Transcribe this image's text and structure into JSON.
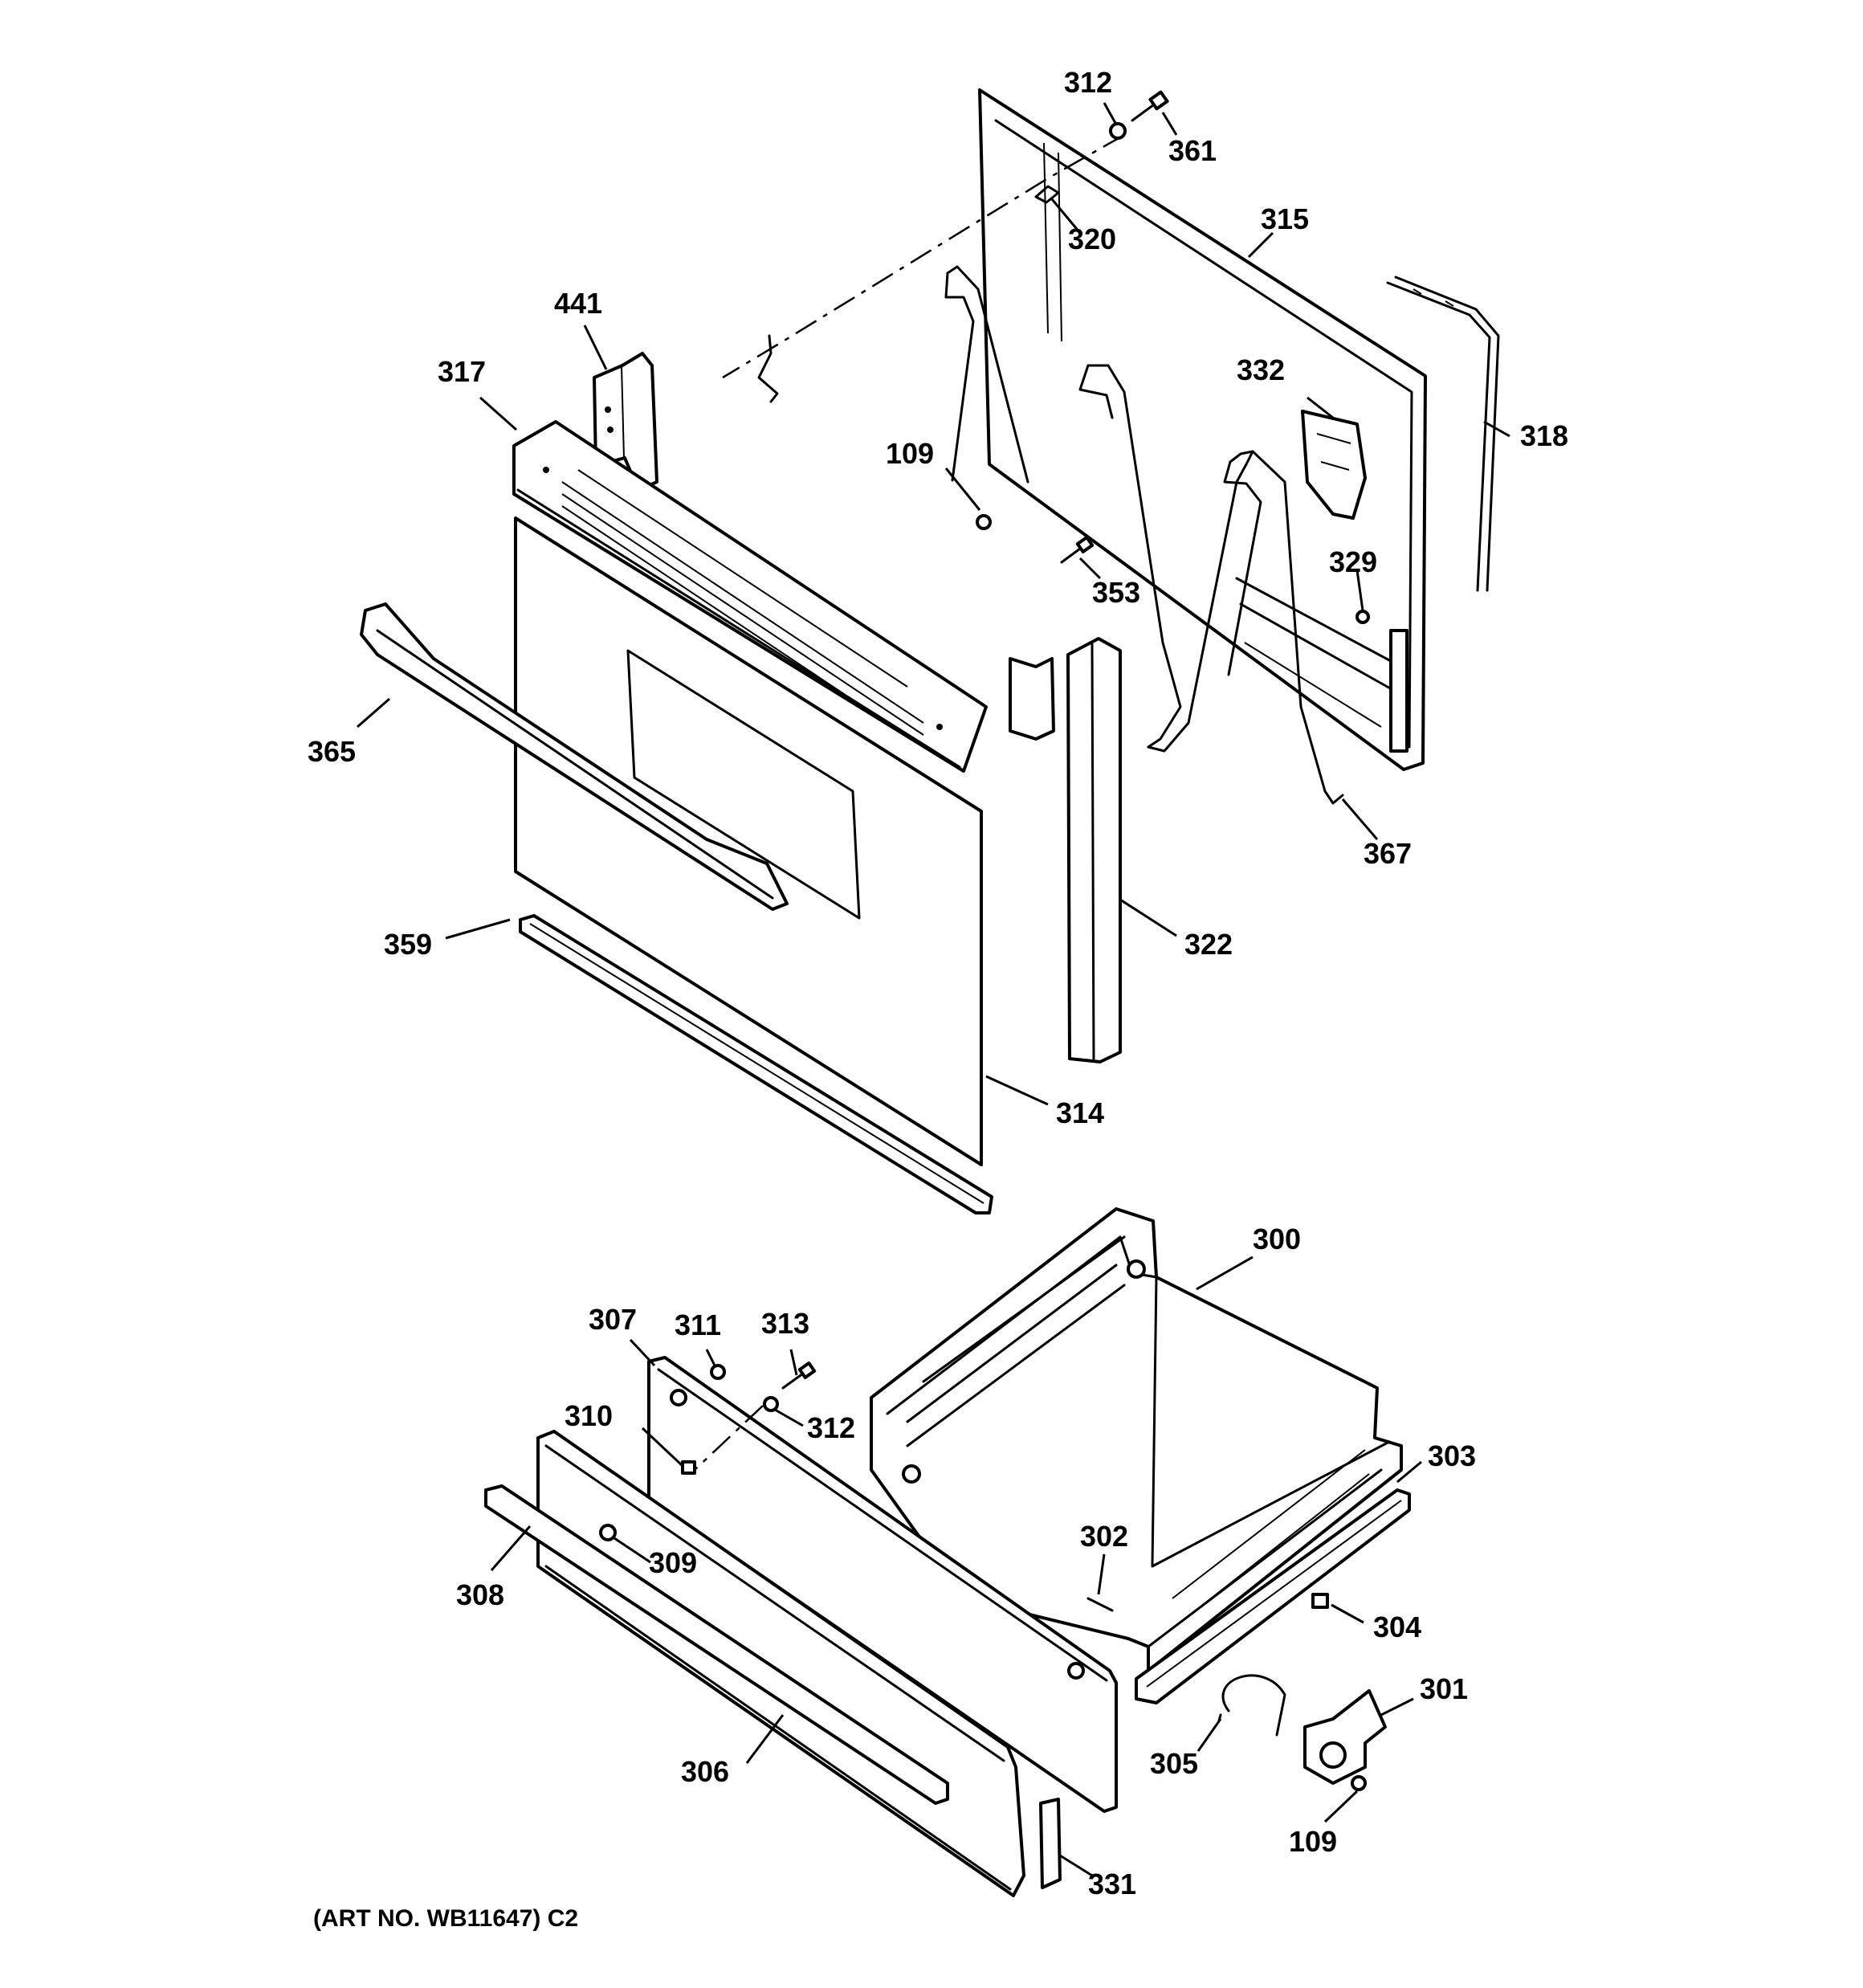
{
  "diagram": {
    "callouts": [
      "312",
      "361",
      "320",
      "315",
      "441",
      "317",
      "332",
      "318",
      "109",
      "329",
      "353",
      "365",
      "367",
      "359",
      "322",
      "314",
      "300",
      "307",
      "311",
      "313",
      "310",
      "312",
      "303",
      "302",
      "309",
      "308",
      "304",
      "301",
      "305",
      "306",
      "109",
      "331"
    ],
    "art_number": "(ART NO. WB11647) C2"
  }
}
